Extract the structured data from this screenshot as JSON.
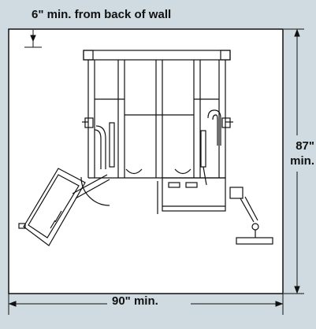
{
  "colors": {
    "background": "#cfdbe0",
    "room": "#ffffff",
    "line": "#111111"
  },
  "dimensions": {
    "back_clearance": "6\" min. from back of wall",
    "width": "90\" min.",
    "depth_line1": "87\"",
    "depth_line2": "min."
  }
}
